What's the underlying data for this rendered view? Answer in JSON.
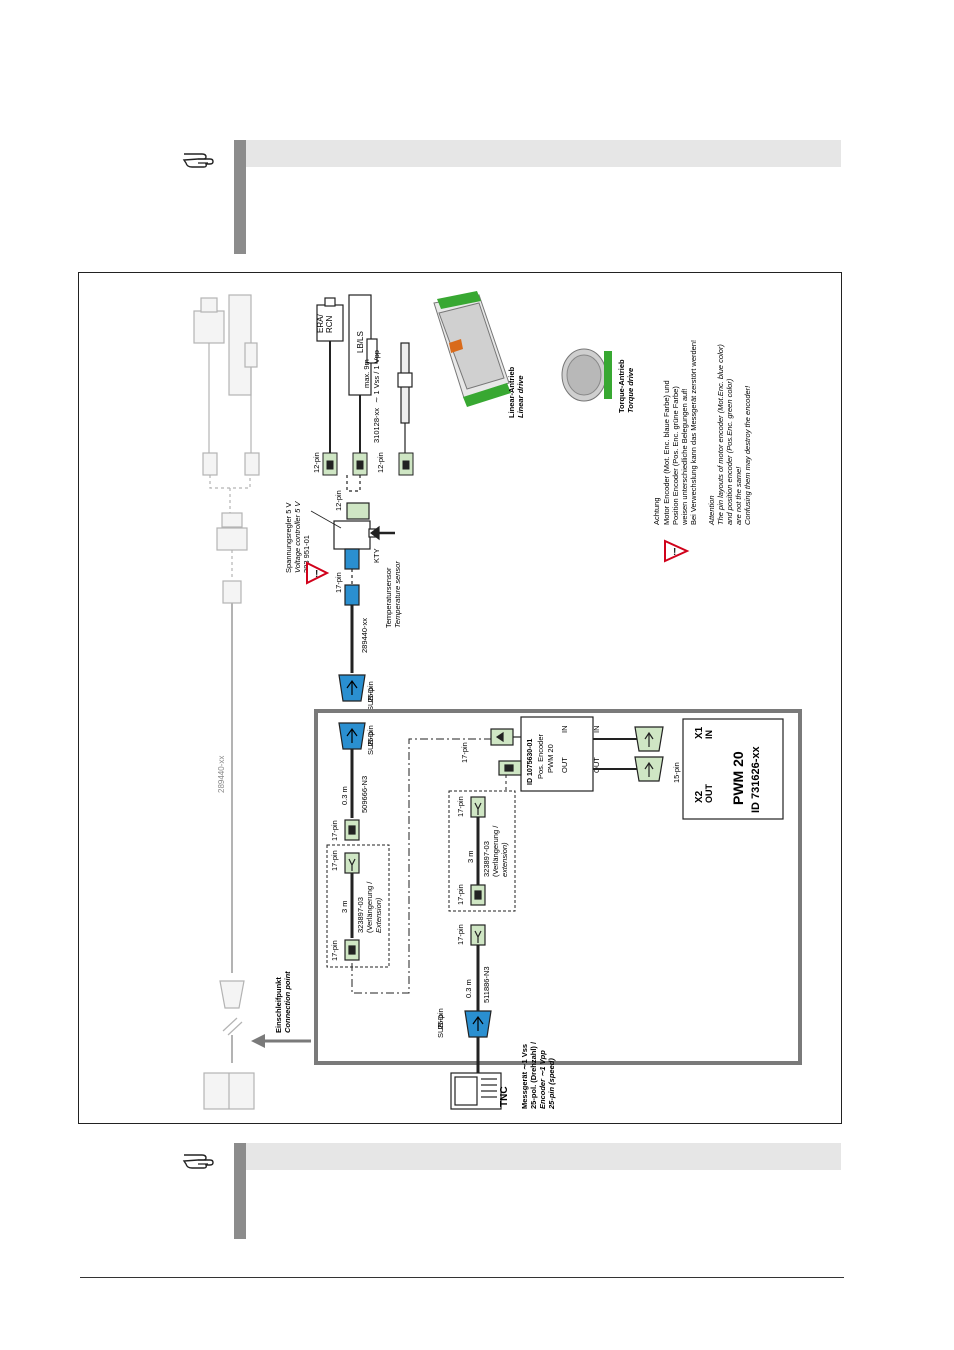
{
  "notes": {
    "top": {
      "header": "",
      "body": ""
    },
    "bottom": {
      "header": "",
      "body": ""
    }
  },
  "diagram": {
    "cable_ghost": "289440-xx",
    "encoder_top": "ERA/\nRCN",
    "encoder_lbls": "LB/LS",
    "max_length": "max. 9m",
    "signal_1vss": "∼ 1 Vss / 1 Vpp",
    "adapter_310128": "310128-xx",
    "pin12_a": "12-pin",
    "pin12_b": "12-pin",
    "pin12_c": "12-pin",
    "voltage_reg_de": "Spannungsregler 5 V",
    "voltage_reg_en": "Voltage controller 5 V",
    "voltage_reg_id": "383 951-01",
    "kty": "KTY",
    "pin17_reg": "17-pin",
    "temp_sensor_de": "Temperatursensor",
    "temp_sensor_en": "Temperature sensor",
    "cable_289440": "289440-xx",
    "subd_top": "SUB-D\n25-pin",
    "linear_de": "Linear-Antrieb",
    "linear_en": "Linear drive",
    "torque_de": "Torque-Antrieb",
    "torque_en": "Torque drive",
    "achtung_title": "Achtung",
    "achtung_l1": "Motor Encoder (Mot. Enc. blaue Farbe) und",
    "achtung_l2": "Position Encoder (Pos. Enc. grüne Farbe)",
    "achtung_l3": "weisen unterschiedliche Belegungen auf!",
    "achtung_l4": "Bei Verwechslung kann das Messgerät zerstört werden!",
    "attention_title": "Attention",
    "attention_l1": "The pin layouts of motor encoder (Mot.Enc. blue color)",
    "attention_l2": "and position encoder (Pos.Enc. green color)",
    "attention_l3": "are not the same!",
    "attention_l4": "Confusing them may destroy the encoder!",
    "subd_mid": "SUB-D\n25-pin",
    "length_03_a": "0.3 m",
    "cable_509666": "509666-N3",
    "pin17_a": "17-pin",
    "pin17_b": "17-pin",
    "pin17_c": "17-pin",
    "length_3_a": "3 m",
    "ext_a_id": "323897-03",
    "ext_a_de": "(Verlängerung /",
    "ext_a_en": "Extension)",
    "pwm_box_id": "ID 1075630-01",
    "pwm_box_pos": "Pos. Encoder",
    "pwm_box_pwm": "PWM 20",
    "pwm_in": "IN",
    "pwm_out": "OUT",
    "pin17_d": "17-pin",
    "pin17_e": "17-pin",
    "pin17_f": "17-pin",
    "length_3_b": "3 m",
    "ext_b_id": "323897-03",
    "ext_b_de": "(Verlängerung /",
    "ext_b_en": "extension)",
    "pin15": "15-pin",
    "x1": "X1",
    "x1_in": "IN",
    "x2": "X2",
    "x2_out": "OUT",
    "pwm20": "PWM 20",
    "pwm20_id": "ID 731626-xx",
    "pin17_g": "17-pin",
    "length_03_b": "0.3 m",
    "cable_511886": "511886-N3",
    "subd_bottom": "SUB-D\n25-pin",
    "conn_point_de": "Einschleifpunkt",
    "conn_point_en": "Connection point",
    "tnc": "TNC",
    "messgeraet_l1": "Messgerät  ∼1 Vss",
    "messgeraet_l2": "25-pol. (Drehzahl) /",
    "messgeraet_l3": "Encoder  ∼1 Vpp",
    "messgeraet_l4": "25-pin (speed)"
  },
  "colors": {
    "note_bar": "#8c8c8c",
    "note_head": "#e6e6e6",
    "motor_enc": "#2a8fd0",
    "pos_enc": "#cfe6c4",
    "ghost": "#b3b3b3",
    "warning_red": "#d0021b",
    "drive_green": "#38a832"
  },
  "icons": [
    "pointing-hand-icon",
    "warning-triangle-icon",
    "arrow-icon"
  ]
}
